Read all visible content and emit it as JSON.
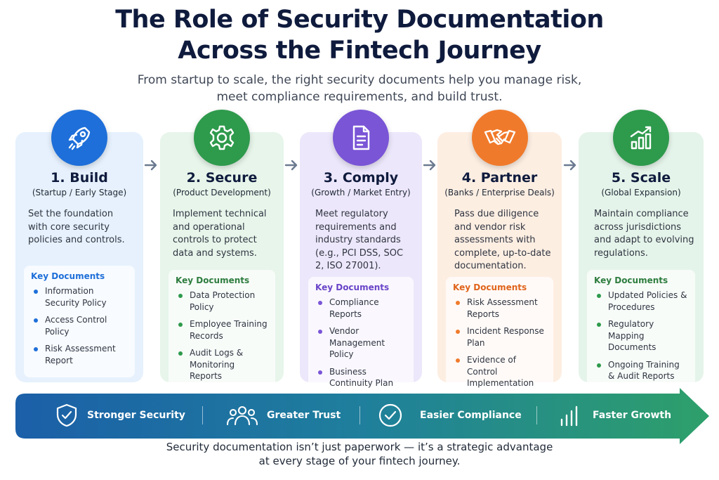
{
  "title_line1": "The Role of Security Documentation",
  "title_line2": "Across the Fintech Journey",
  "subtitle_line1": "From startup to scale, the right security documents help you manage risk,",
  "subtitle_line2": "meet compliance requirements, and build trust.",
  "stages": [
    {
      "title": "1. Build",
      "subtitle": "(Startup / Early Stage)",
      "description": "Set the foundation with core security policies and controls.",
      "docs_title": "Key Documents",
      "docs": [
        "Information Security Policy",
        "Access Control Policy",
        "Risk Assessment Report"
      ],
      "icon": "rocket-icon",
      "accent": "#1e6fd9",
      "card_bg": "#e6f1fd"
    },
    {
      "title": "2. Secure",
      "subtitle": "(Product Development)",
      "description": "Implement technical and operational controls to protect data and systems.",
      "docs_title": "Key Documents",
      "docs": [
        "Data Protection Policy",
        "Employee Training Records",
        "Audit Logs & Monitoring Reports"
      ],
      "icon": "gear-icon",
      "accent": "#2e9a4c",
      "card_bg": "#e7f5ea"
    },
    {
      "title": "3. Comply",
      "subtitle": "(Growth / Market Entry)",
      "description": "Meet regulatory requirements and industry standards (e.g., PCI DSS, SOC 2, ISO 27001).",
      "docs_title": "Key Documents",
      "docs": [
        "Compliance Reports",
        "Vendor Management Policy",
        "Business Continuity Plan"
      ],
      "icon": "document-icon",
      "accent": "#7a55d6",
      "card_bg": "#ede7fb"
    },
    {
      "title": "4. Partner",
      "subtitle": "(Banks / Enterprise Deals)",
      "description": "Pass due diligence and vendor risk assessments with complete, up-to-date documentation.",
      "docs_title": "Key Documents",
      "docs": [
        "Risk Assessment Reports",
        "Incident Response Plan",
        "Evidence of Control Implementation"
      ],
      "icon": "handshake-icon",
      "accent": "#f07a2b",
      "card_bg": "#fdeee2"
    },
    {
      "title": "5. Scale",
      "subtitle": "(Global Expansion)",
      "description": "Maintain compliance across jurisdictions and adapt to evolving regulations.",
      "docs_title": "Key Documents",
      "docs": [
        "Updated Policies & Procedures",
        "Regulatory Mapping Documents",
        "Ongoing Training & Audit Reports"
      ],
      "icon": "growth-chart-icon",
      "accent": "#2e9a4c",
      "card_bg": "#e5f4ea"
    }
  ],
  "benefits": [
    {
      "label": "Stronger Security",
      "icon": "shield-check-icon"
    },
    {
      "label": "Greater Trust",
      "icon": "people-icon"
    },
    {
      "label": "Easier Compliance",
      "icon": "check-circle-icon"
    },
    {
      "label": "Faster Growth",
      "icon": "bar-growth-icon"
    }
  ],
  "footer_line1": "Security documentation isn’t just paperwork — it’s a strategic advantage",
  "footer_line2": "at every stage of your fintech journey.",
  "colors": {
    "banner_start": "#1b5fa8",
    "banner_end": "#2ea06a",
    "title": "#0f1b3d",
    "arrow": "#6b7a90"
  }
}
